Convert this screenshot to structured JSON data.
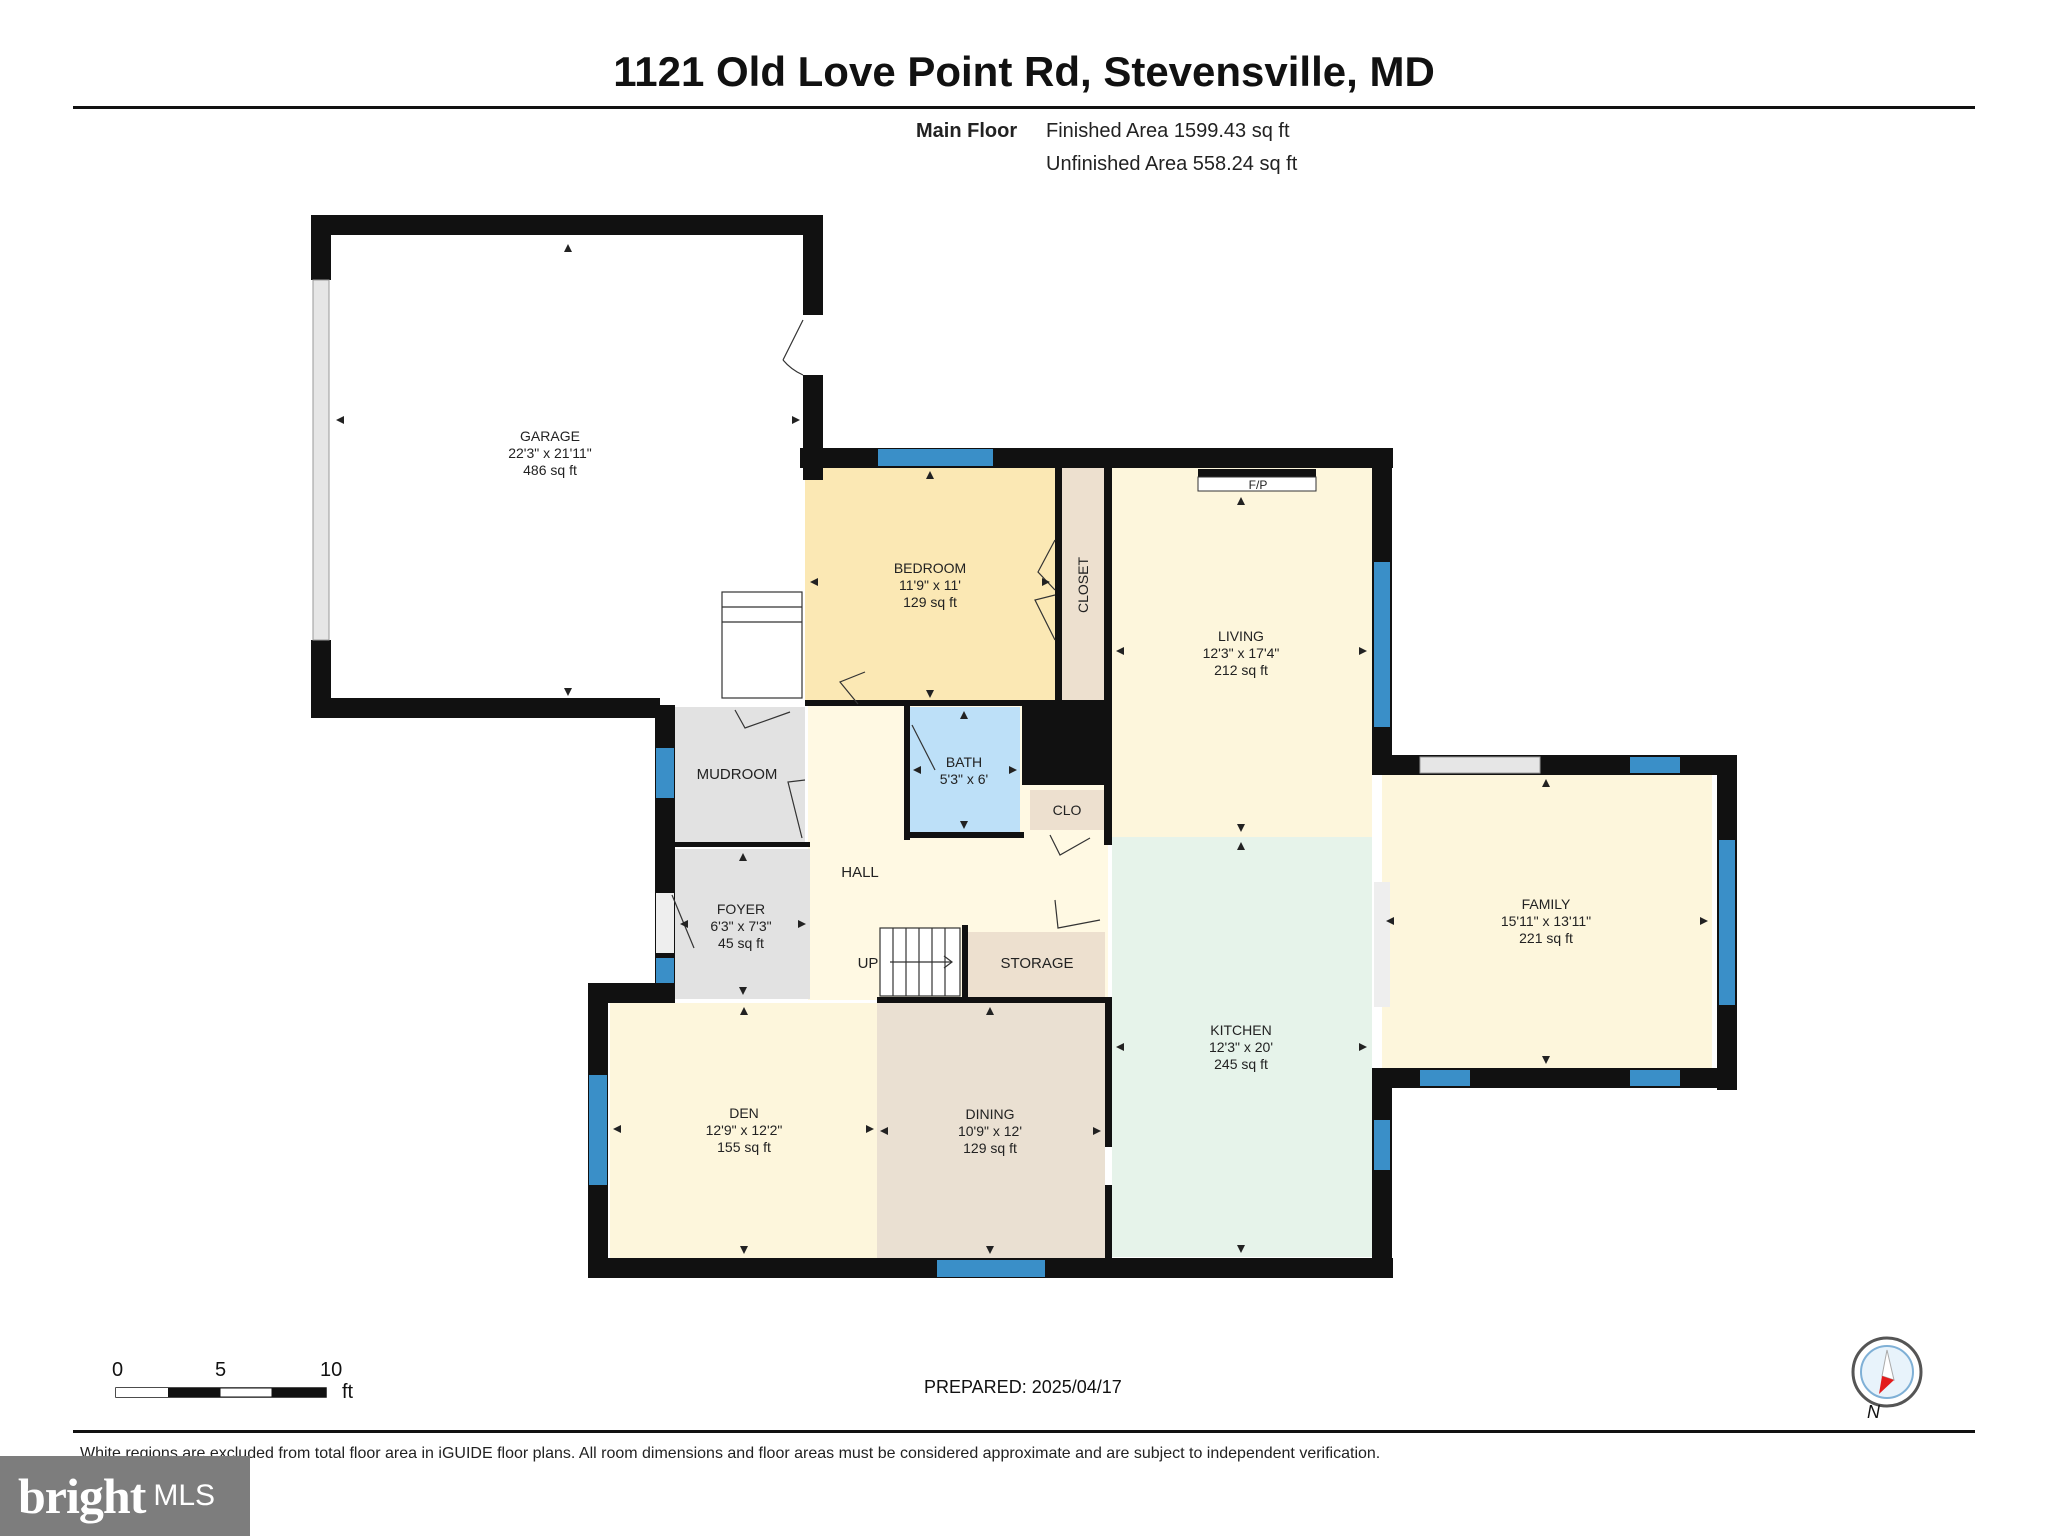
{
  "title": "1121 Old Love Point Rd, Stevensville, MD",
  "floor": {
    "label": "Main Floor",
    "finished": "Finished Area 1599.43 sq ft",
    "unfinished": "Unfinished Area 558.24 sq ft"
  },
  "rooms": {
    "garage": {
      "name": "GARAGE",
      "dims": "22'3\" x 21'11\"",
      "area": "486 sq ft"
    },
    "bedroom": {
      "name": "BEDROOM",
      "dims": "11'9\" x 11'",
      "area": "129 sq ft"
    },
    "closet": {
      "name": "CLOSET"
    },
    "living": {
      "name": "LIVING",
      "dims": "12'3\" x 17'4\"",
      "area": "212 sq ft"
    },
    "fireplace": {
      "name": "F/P"
    },
    "bath": {
      "name": "BATH",
      "dims": "5'3\" x 6'"
    },
    "clo": {
      "name": "CLO"
    },
    "mudroom": {
      "name": "MUDROOM"
    },
    "hall": {
      "name": "HALL"
    },
    "foyer": {
      "name": "FOYER",
      "dims": "6'3\" x 7'3\"",
      "area": "45 sq ft"
    },
    "storage": {
      "name": "STORAGE"
    },
    "up": {
      "name": "UP"
    },
    "family": {
      "name": "FAMILY",
      "dims": "15'11\" x 13'11\"",
      "area": "221 sq ft"
    },
    "kitchen": {
      "name": "KITCHEN",
      "dims": "12'3\" x 20'",
      "area": "245 sq ft"
    },
    "den": {
      "name": "DEN",
      "dims": "12'9\" x 12'2\"",
      "area": "155 sq ft"
    },
    "dining": {
      "name": "DINING",
      "dims": "10'9\" x 12'",
      "area": "129 sq ft"
    }
  },
  "colors": {
    "wall": "#111111",
    "window": "#3a8fc8",
    "garage": "#ffffff",
    "bedroom": "#fbe8b4",
    "closet": "#ede0cf",
    "living": "#fdf6dc",
    "bath": "#bde0f8",
    "mudroom": "#e2e2e2",
    "hall": "#fff9e3",
    "family": "#fdf6dc",
    "kitchen": "#e6f3ea",
    "den": "#fdf6dc",
    "dining": "#eae0d2"
  },
  "scale": {
    "ticks": [
      "0",
      "5",
      "10"
    ],
    "unit": "ft"
  },
  "prepared": "PREPARED: 2025/04/17",
  "disclaimer": "White regions are excluded from total floor area in iGUIDE floor plans. All room dimensions and floor areas must be considered approximate and are subject to independent verification.",
  "logo": {
    "word": "bright",
    "suffix": "MLS"
  },
  "compass": {
    "label": "N"
  }
}
